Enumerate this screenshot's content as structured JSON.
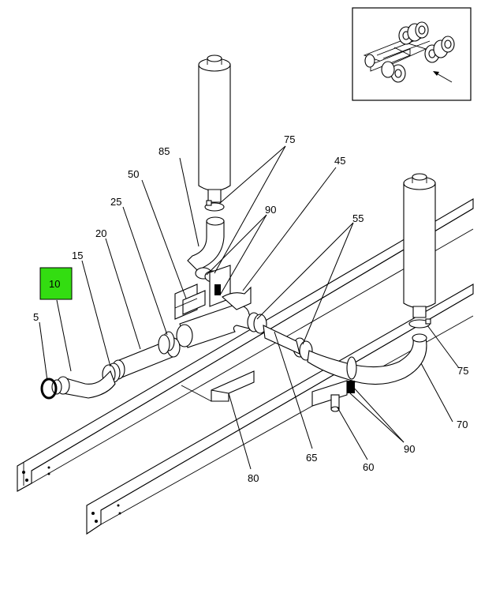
{
  "diagram": {
    "highlight_color": "#33dd11",
    "callouts": [
      {
        "key": "c75a",
        "text": "75"
      },
      {
        "key": "c85",
        "text": "85"
      },
      {
        "key": "c45",
        "text": "45"
      },
      {
        "key": "c50",
        "text": "50"
      },
      {
        "key": "c90a",
        "text": "90"
      },
      {
        "key": "c25",
        "text": "25"
      },
      {
        "key": "c55",
        "text": "55"
      },
      {
        "key": "c20",
        "text": "20"
      },
      {
        "key": "c15",
        "text": "15"
      },
      {
        "key": "c10",
        "text": "10"
      },
      {
        "key": "c5",
        "text": "5"
      },
      {
        "key": "c75b",
        "text": "75"
      },
      {
        "key": "c70",
        "text": "70"
      },
      {
        "key": "c90b",
        "text": "90"
      },
      {
        "key": "c65",
        "text": "65"
      },
      {
        "key": "c60",
        "text": "60"
      },
      {
        "key": "c80",
        "text": "80"
      }
    ]
  }
}
